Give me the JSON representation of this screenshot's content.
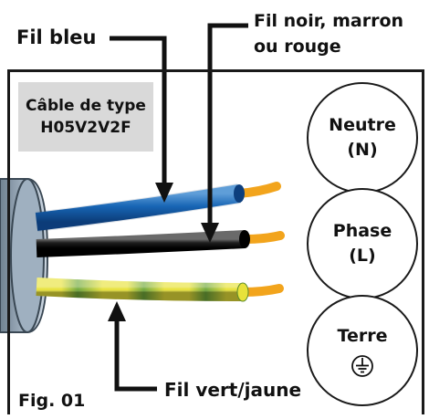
{
  "labels": {
    "wire_blue": "Fil bleu",
    "wire_live_line1": "Fil noir, marron",
    "wire_live_line2": "ou rouge",
    "wire_earth": "Fil vert/jaune",
    "figure": "Fig. 01"
  },
  "cable_type": {
    "line1": "Câble de type",
    "line2": "H05V2V2F"
  },
  "terminals": [
    {
      "line1": "Neutre",
      "line2": "(N)",
      "icon": "earth-ground-icon-none"
    },
    {
      "line1": "Phase",
      "line2": "(L)",
      "icon": "none"
    },
    {
      "line1": "Terre",
      "line2": "",
      "icon": "earth-ground-icon"
    }
  ],
  "colors": {
    "blue_wire": "#1b6fc4",
    "black_wire": "#141414",
    "earth_green": "#6fa83a",
    "earth_yellow": "#e8e23a",
    "copper": "#f2a41c",
    "cable_box": "#d9d9d9"
  }
}
